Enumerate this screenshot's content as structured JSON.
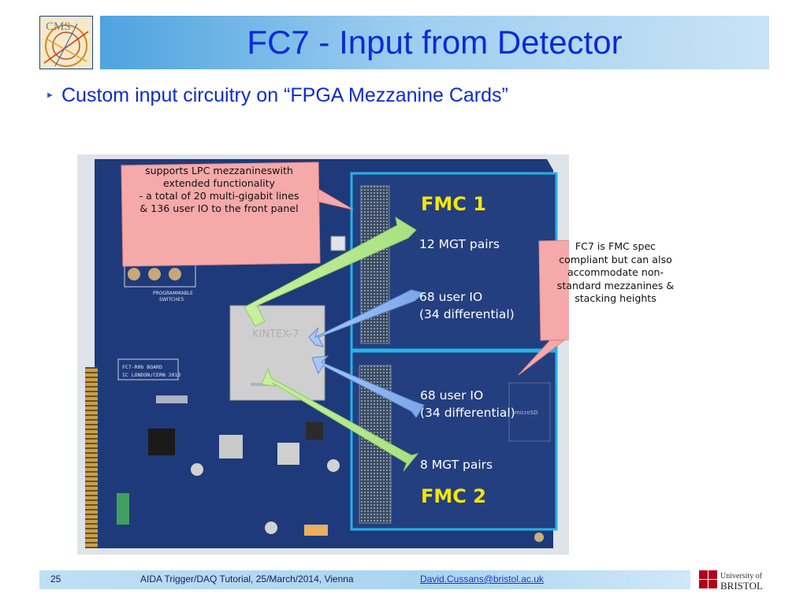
{
  "slide": {
    "title": "FC7 - Input from Detector",
    "bullet": "Custom input circuitry on “FPGA Mezzanine Cards”"
  },
  "cms_logo": {
    "text": "CMS",
    "icon": "cms-logo"
  },
  "callouts": {
    "left": [
      "supports LPC mezzanineswith",
      "extended functionality",
      "- a total of 20 multi-gigabit lines",
      "& 136 user IO to the front panel"
    ],
    "right": [
      "FC7 is FMC spec",
      "compliant but can also",
      "accommodate non-",
      "standard mezzanines &",
      "stacking heights"
    ]
  },
  "board": {
    "fmc1": "FMC 1",
    "fmc2": "FMC 2",
    "mgt1": "12 MGT pairs",
    "io1_line1": "68 user IO",
    "io1_line2": "(34 differential)",
    "io2_line1": "68 user IO",
    "io2_line2": "(34 differential)",
    "mgt2": "8 MGT pairs",
    "chip_label": "KINTEX-7",
    "pcb_label_1": "FC7-R0b BOARD",
    "pcb_label_2": "IC LONDON/CERN 2013",
    "switch_label_1": "PROGRAMMABLE",
    "switch_label_2": "SWITCHES",
    "microsd": "microSD"
  },
  "footer": {
    "page_number": "25",
    "text": "AIDA Trigger/DAQ Tutorial, 25/March/2014, Vienna",
    "email": "David.Cussans@bristol.ac.uk"
  },
  "bristol_logo": {
    "line1": "University of",
    "line2": "BRISTOL",
    "icon": "bristol-crest"
  },
  "colors": {
    "title": "#0b2bd6",
    "board": "#1d3a78",
    "fmc_box": "#22b4e8",
    "callout": "#f6a9a9",
    "fmc_label": "#f5e60a"
  }
}
